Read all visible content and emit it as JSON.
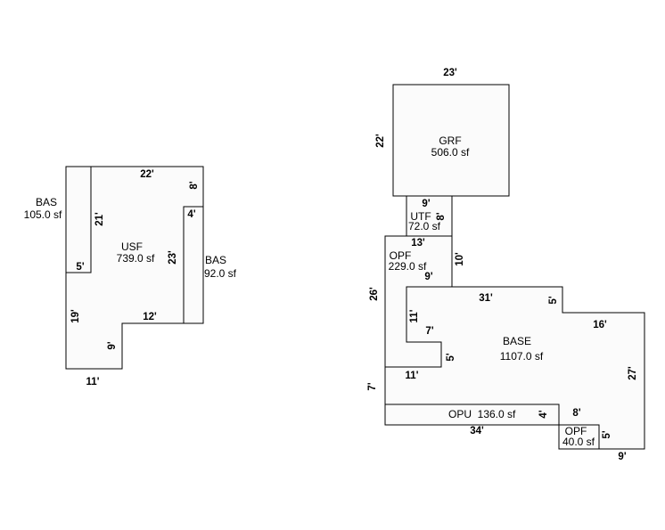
{
  "left_sketch": {
    "areas": {
      "bas_left": {
        "code": "BAS",
        "area": "105.0 sf"
      },
      "usf": {
        "code": "USF",
        "area": "739.0 sf"
      },
      "bas_right": {
        "code": "BAS",
        "area": "92.0 sf"
      }
    },
    "dimensions": {
      "usf_top": "22'",
      "bas_left_height": "21'",
      "bas_left_width": "5'",
      "usf_left_height": "19'",
      "usf_bottom": "11'",
      "notch_height": "9'",
      "notch_width": "12'",
      "bas_right_height": "23'",
      "bas_right_width": "4'",
      "usf_top_right": "8'"
    }
  },
  "right_sketch": {
    "areas": {
      "grf": {
        "code": "GRF",
        "area": "506.0 sf"
      },
      "utf": {
        "code": "UTF",
        "area": "72.0 sf"
      },
      "opf_upper": {
        "code": "OPF",
        "area": "229.0 sf"
      },
      "base": {
        "code": "BASE",
        "area": "1107.0 sf"
      },
      "opu": {
        "code": "OPU",
        "area": "136.0 sf"
      },
      "opf_lower": {
        "code": "OPF",
        "area": "40.0 sf"
      }
    },
    "dimensions": {
      "grf_width": "23'",
      "grf_height": "22'",
      "utf_width": "9'",
      "utf_height": "8'",
      "opf_top": "13'",
      "opf_right": "10'",
      "opf_bottom": "9'",
      "left_side": "26'",
      "base_top": "31'",
      "base_step": "5'",
      "base_upper_right": "16'",
      "inner_height": "11'",
      "inner_width": "7'",
      "inner_bump": "5'",
      "lower_left_width": "11'",
      "lower_left_height": "7'",
      "opu_bottom": "34'",
      "opu_height": "4'",
      "opf_lower_top": "8'",
      "opf_lower_height": "5'",
      "right_side": "27'",
      "bottom_right": "9'"
    }
  }
}
